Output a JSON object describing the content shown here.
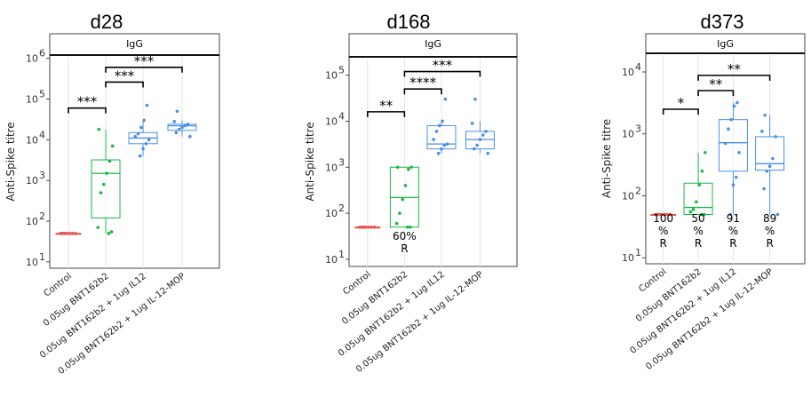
{
  "chart_data": [
    {
      "type": "box",
      "title": "d28",
      "strip": "IgG",
      "ylabel": "Anti-Spike titre",
      "yscale": "log",
      "ylim": [
        7,
        1200000
      ],
      "yticks": [
        10,
        100,
        1000,
        10000,
        100000,
        1000000
      ],
      "ytick_labels": [
        "10",
        "10",
        "10",
        "10",
        "10",
        "10"
      ],
      "ytick_exponents": [
        "1",
        "2",
        "3",
        "4",
        "5",
        "6"
      ],
      "categories": [
        "Control",
        "0.05ug BNT162b2",
        "0.05ug BNT162b2 + 1ug IL12",
        "0.05ug BNT162b2 + 1ug IL-12-MOP"
      ],
      "boxes": [
        {
          "q1": 50,
          "median": 50,
          "q3": 50,
          "lo": 50,
          "hi": 50
        },
        {
          "q1": 120,
          "median": 1500,
          "q3": 3200,
          "lo": 50,
          "hi": 18000
        },
        {
          "q1": 8000,
          "median": 11000,
          "q3": 15000,
          "lo": 4000,
          "hi": 30000
        },
        {
          "q1": 17000,
          "median": 22000,
          "q3": 24000,
          "lo": 12000,
          "hi": 30000
        }
      ],
      "points": [
        [
          50,
          50,
          50,
          50,
          50,
          50,
          50,
          50
        ],
        [
          50,
          55,
          70,
          500,
          800,
          1500,
          3000,
          7000,
          18000
        ],
        [
          4000,
          6000,
          8000,
          10000,
          12000,
          14000,
          20000,
          30000,
          70000
        ],
        [
          12000,
          15000,
          18000,
          20000,
          22000,
          24000,
          28000,
          50000
        ]
      ],
      "comparisons": [
        {
          "from": 0,
          "to": 1,
          "label": "***",
          "y": 60000
        },
        {
          "from": 1,
          "to": 2,
          "label": "***",
          "y": 260000
        },
        {
          "from": 1,
          "to": 3,
          "label": "***",
          "y": 600000
        }
      ],
      "annotations": []
    },
    {
      "type": "box",
      "title": "d168",
      "strip": "IgG",
      "ylabel": "Anti-Spike titre",
      "yscale": "log",
      "ylim": [
        7,
        250000
      ],
      "yticks": [
        10,
        100,
        1000,
        10000,
        100000
      ],
      "ytick_labels": [
        "10",
        "10",
        "10",
        "10",
        "10"
      ],
      "ytick_exponents": [
        "1",
        "2",
        "3",
        "4",
        "5"
      ],
      "categories": [
        "Control",
        "0.05ug BNT162b2",
        "0.05ug BNT162b2 + 1ug IL12",
        "0.05ug BNT162b2 + 1ug IL-12-MOP"
      ],
      "boxes": [
        {
          "q1": 50,
          "median": 50,
          "q3": 50,
          "lo": 50,
          "hi": 50
        },
        {
          "q1": 50,
          "median": 220,
          "q3": 1000,
          "lo": 50,
          "hi": 1000
        },
        {
          "q1": 2500,
          "median": 3200,
          "q3": 8000,
          "lo": 2000,
          "hi": 10000
        },
        {
          "q1": 2500,
          "median": 4000,
          "q3": 6000,
          "lo": 2000,
          "hi": 10000
        }
      ],
      "points": [
        [
          50,
          50,
          50,
          50,
          50,
          50,
          50,
          50
        ],
        [
          50,
          50,
          60,
          100,
          200,
          400,
          900,
          1000,
          1000
        ],
        [
          2000,
          2500,
          3000,
          3200,
          4000,
          6000,
          8000,
          10000,
          30000
        ],
        [
          2000,
          2500,
          3000,
          4000,
          5000,
          6000,
          9000,
          30000
        ]
      ],
      "comparisons": [
        {
          "from": 0,
          "to": 1,
          "label": "**",
          "y": 16000
        },
        {
          "from": 1,
          "to": 2,
          "label": "****",
          "y": 50000
        },
        {
          "from": 1,
          "to": 3,
          "label": "***",
          "y": 120000
        }
      ],
      "annotations": [
        {
          "category": 1,
          "lines": [
            "60%",
            "R"
          ]
        }
      ]
    },
    {
      "type": "box",
      "title": "d373",
      "strip": "IgG",
      "ylabel": "Anti-Spike titre",
      "yscale": "log",
      "ylim": [
        8,
        20000
      ],
      "yticks": [
        10,
        100,
        1000,
        10000
      ],
      "ytick_labels": [
        "10",
        "10",
        "10",
        "10"
      ],
      "ytick_exponents": [
        "1",
        "2",
        "3",
        "4"
      ],
      "categories": [
        "Control",
        "0.05ug BNT162b2",
        "0.05ug BNT162b2 + 1ug IL12",
        "0.05ug BNT162b2 + 1ug IL-12-MOP"
      ],
      "boxes": [
        {
          "q1": 50,
          "median": 50,
          "q3": 50,
          "lo": 50,
          "hi": 50
        },
        {
          "q1": 50,
          "median": 65,
          "q3": 160,
          "lo": 50,
          "hi": 500
        },
        {
          "q1": 250,
          "median": 720,
          "q3": 1700,
          "lo": 50,
          "hi": 3200
        },
        {
          "q1": 260,
          "median": 330,
          "q3": 900,
          "lo": 50,
          "hi": 2000
        }
      ],
      "points": [
        [
          50,
          50,
          50,
          50,
          50,
          50,
          50,
          50
        ],
        [
          50,
          50,
          55,
          60,
          80,
          150,
          250,
          500
        ],
        [
          50,
          150,
          200,
          500,
          700,
          1200,
          1700,
          2800,
          3200
        ],
        [
          50,
          130,
          250,
          300,
          400,
          900,
          1100,
          2000
        ]
      ],
      "comparisons": [
        {
          "from": 0,
          "to": 1,
          "label": "*",
          "y": 2500
        },
        {
          "from": 1,
          "to": 2,
          "label": "**",
          "y": 5000
        },
        {
          "from": 1,
          "to": 3,
          "label": "**",
          "y": 8800
        }
      ],
      "annotations": [
        {
          "category": 0,
          "lines": [
            "100",
            "%",
            "R"
          ]
        },
        {
          "category": 1,
          "lines": [
            "50",
            "%",
            "R"
          ]
        },
        {
          "category": 2,
          "lines": [
            "91",
            "%",
            "R"
          ]
        },
        {
          "category": 3,
          "lines": [
            "89",
            "%",
            "R"
          ]
        }
      ]
    }
  ],
  "colors": [
    "#e8554e",
    "#19b843",
    "#4a8fe8",
    "#4a8fe8"
  ]
}
